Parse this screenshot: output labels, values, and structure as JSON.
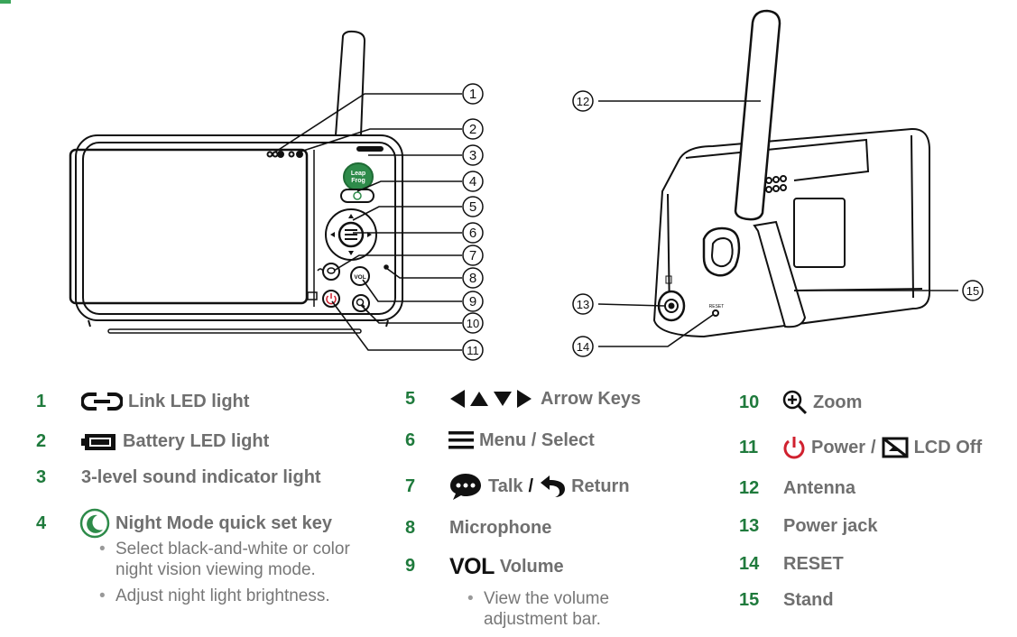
{
  "callouts": [
    "1",
    "2",
    "3",
    "4",
    "5",
    "6",
    "7",
    "8",
    "9",
    "10",
    "11",
    "12",
    "13",
    "14",
    "15"
  ],
  "device_labels": {
    "logo_line1": "Leap",
    "logo_line2": "Frog",
    "vol_button": "VOL",
    "reset_text": "RESET"
  },
  "legend": {
    "col1": [
      {
        "num": "1",
        "label": "Link LED light",
        "icon": "link-icon"
      },
      {
        "num": "2",
        "label": "Battery LED light",
        "icon": "battery-icon"
      },
      {
        "num": "3",
        "label": "3-level sound indicator light"
      },
      {
        "num": "4",
        "label": "Night Mode quick set key",
        "icon": "moon-icon",
        "bullets": [
          "Select black-and-white or color night vision viewing mode.",
          "Adjust night light brightness."
        ]
      }
    ],
    "col2": [
      {
        "num": "5",
        "label": "Arrow Keys",
        "icon": "arrow-keys-icon"
      },
      {
        "num": "6",
        "label": "Menu / Select",
        "icon": "menu-icon"
      },
      {
        "num": "7",
        "label_a": "Talk",
        "separator": "/",
        "label_b": "Return",
        "icon_a": "chat-bubble-icon",
        "icon_b": "return-arrow-icon"
      },
      {
        "num": "8",
        "label": "Microphone"
      },
      {
        "num": "9",
        "prefix": "VOL",
        "label": "Volume",
        "bullets": [
          "View the volume adjustment bar."
        ]
      }
    ],
    "col3": [
      {
        "num": "10",
        "label": "Zoom",
        "icon": "zoom-icon"
      },
      {
        "num": "11",
        "label_a": "Power",
        "separator": "/",
        "label_b": "LCD Off",
        "icon_a": "power-icon",
        "icon_b": "lcd-off-icon"
      },
      {
        "num": "12",
        "label": "Antenna"
      },
      {
        "num": "13",
        "label": "Power jack"
      },
      {
        "num": "14",
        "label": "RESET"
      },
      {
        "num": "15",
        "label": "Stand"
      }
    ]
  },
  "colors": {
    "accent_green": "#1f7a3c",
    "power_red": "#d0212f",
    "label_gray": "#6f6f6f",
    "line": "#111111"
  }
}
